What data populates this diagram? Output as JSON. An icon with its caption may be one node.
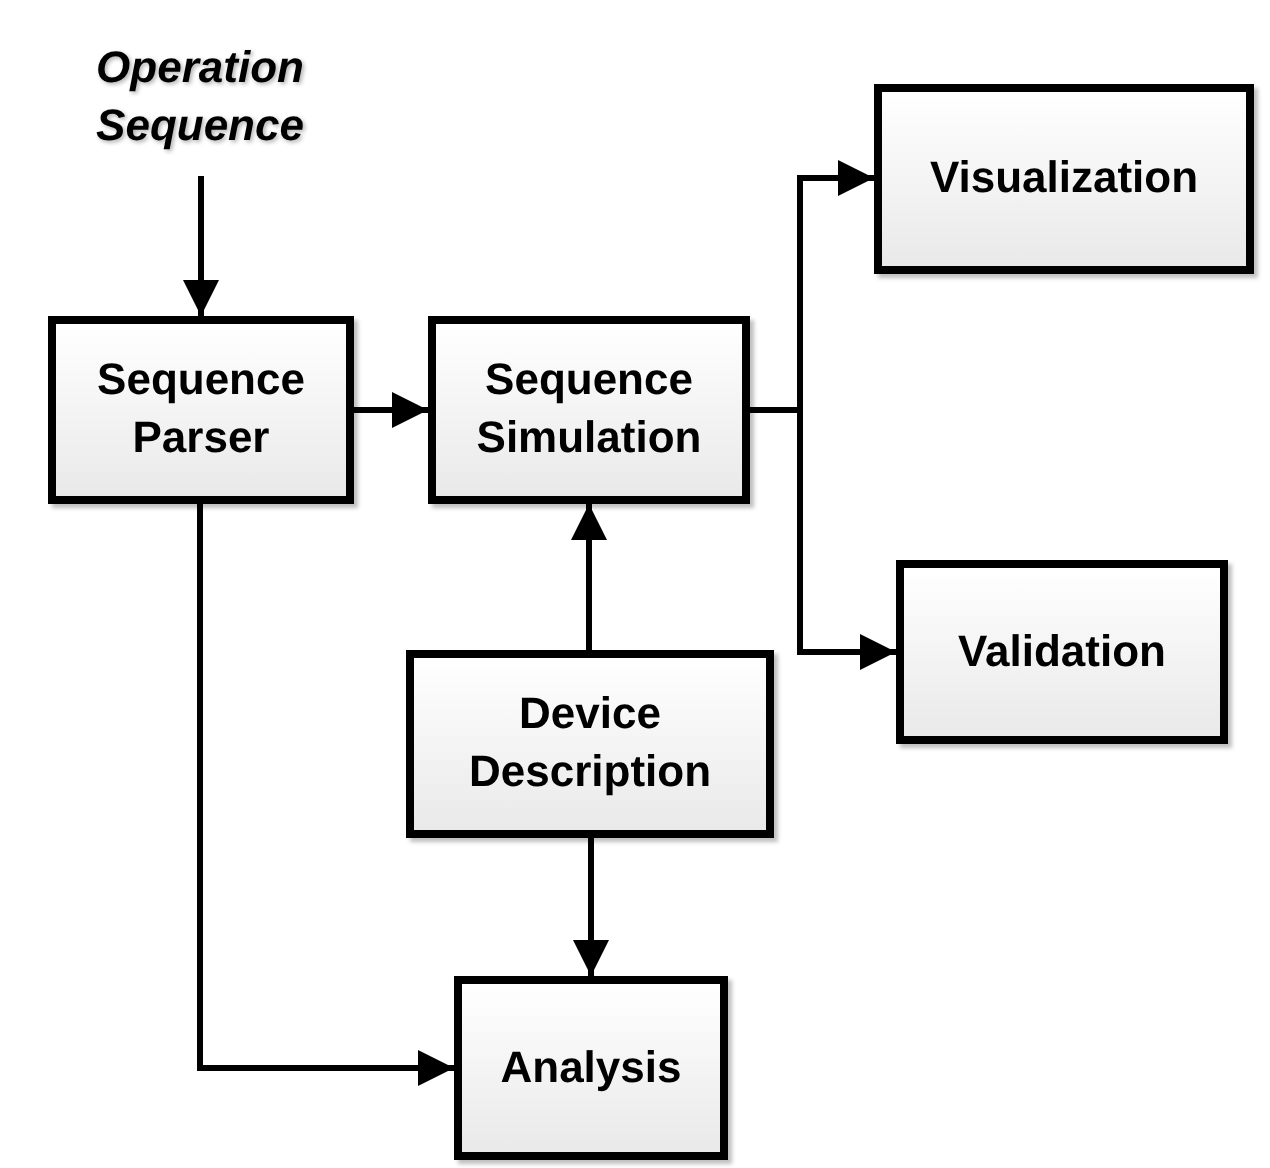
{
  "diagram": {
    "nodes": [
      {
        "text": [
          "Operation Sequence"
        ]
      },
      {
        "text": [
          "Visualization"
        ]
      },
      {
        "text": [
          "Sequence Parser"
        ]
      },
      {
        "text": [
          "Sequence Simulation"
        ]
      },
      {
        "text": [
          "Validation"
        ]
      },
      {
        "text": [
          "Device Description"
        ]
      },
      {
        "text": [
          "Analysis"
        ]
      }
    ],
    "edges": [
      {
        "from": 0,
        "to": 2,
        "arrow": "to"
      },
      {
        "from": 2,
        "to": 3,
        "arrow": "to"
      },
      {
        "from": 3,
        "to": 1,
        "arrow": "to"
      },
      {
        "from": 3,
        "to": 4,
        "arrow": "to"
      },
      {
        "from": 5,
        "to": 3,
        "arrow": "to"
      },
      {
        "from": 5,
        "to": 6,
        "arrow": "to"
      },
      {
        "from": 2,
        "to": 6,
        "arrow": "to"
      }
    ]
  }
}
